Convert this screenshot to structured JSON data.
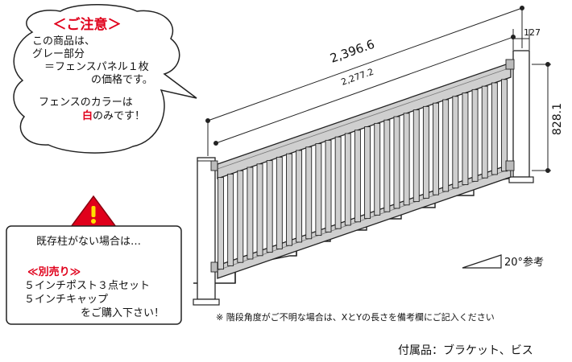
{
  "caution": {
    "title": "＜ご注意＞",
    "lines": [
      "この商品は、",
      "グレー部分",
      "＝フェンスパネル１枚",
      "の価格です。"
    ],
    "color_pre": "フェンスのカラーは",
    "color_word": "白",
    "color_post": "のみです！"
  },
  "dimensions": {
    "overall": "2,396.6",
    "panel": "2,277.2",
    "post_width": "127",
    "height": "828.1"
  },
  "angle_note": "20°参考",
  "stairs_note": "※ 階段角度がご不明な場合は、XとYの長さを備考欄にご記入ください",
  "notice": {
    "line1": "既存柱がない場合は…",
    "sold_separately": "≪別売り≫",
    "item1": "５インチポスト３点セット",
    "item2": "５インチキャップ",
    "line_end": "をご購入下さい！"
  },
  "accessories": "付属品：ブラケット、ビス",
  "colors": {
    "accent_red": "#e0001b",
    "panel_gray": "#cfcfcf",
    "line": "#222222"
  }
}
